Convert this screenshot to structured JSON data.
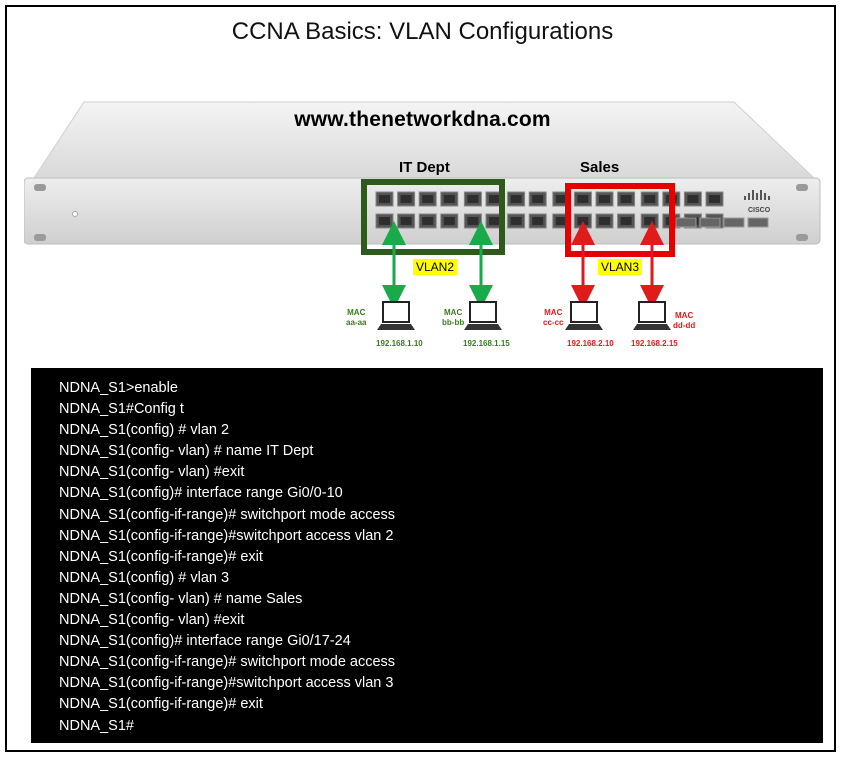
{
  "title": "CCNA Basics: VLAN Configurations",
  "website": "www.thenetworkdna.com",
  "departments": [
    {
      "name": "IT Dept",
      "vlan": "VLAN2",
      "color": "#2f5a1e",
      "arrow_color": "#1aaa4a",
      "hosts": [
        {
          "mac_label": "MAC",
          "mac": "aa-aa",
          "ip": "192.168.1.10"
        },
        {
          "mac_label": "MAC",
          "mac": "bb-bb",
          "ip": "192.168.1.15"
        }
      ]
    },
    {
      "name": "Sales",
      "vlan": "VLAN3",
      "color": "#e60000",
      "arrow_color": "#e01b1b",
      "hosts": [
        {
          "mac_label": "MAC",
          "mac": "cc-cc",
          "ip": "192.168.2.10"
        },
        {
          "mac_label": "MAC",
          "mac": "dd-dd",
          "ip": "192.168.2.15"
        }
      ]
    }
  ],
  "switch": {
    "brand": "CISCO",
    "body_color": "#e6e6e6",
    "port_color": "#555555"
  },
  "terminal": {
    "background": "#000000",
    "lines": [
      "NDNA_S1>enable",
      "NDNA_S1#Config t",
      "NDNA_S1(config) # vlan 2",
      "NDNA_S1(config- vlan) # name IT Dept",
      "NDNA_S1(config- vlan) #exit",
      "NDNA_S1(config)# interface range Gi0/0-10",
      "NDNA_S1(config-if-range)# switchport mode access",
      "NDNA_S1(config-if-range)#switchport access vlan 2",
      "NDNA_S1(config-if-range)# exit",
      "NDNA_S1(config) # vlan 3",
      "NDNA_S1(config- vlan) # name Sales",
      "NDNA_S1(config- vlan) #exit",
      "NDNA_S1(config)# interface range Gi0/17-24",
      "NDNA_S1(config-if-range)# switchport mode access",
      "NDNA_S1(config-if-range)#switchport access vlan 3",
      "NDNA_S1(config-if-range)# exit",
      "NDNA_S1#"
    ]
  }
}
